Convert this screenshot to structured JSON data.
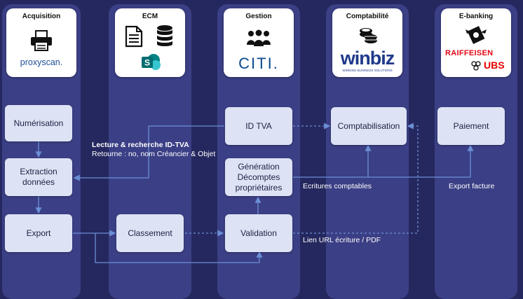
{
  "columns": [
    {
      "title": "Acquisition",
      "logo_text": "proxyscan."
    },
    {
      "title": "ECM"
    },
    {
      "title": "Gestion",
      "logo_text": "CITI."
    },
    {
      "title": "Comptabilité",
      "logo_text": "winbiz",
      "logo_tagline": "WINNING BUSINESS SOLUTIONS"
    },
    {
      "title": "E-banking",
      "logo_text": "RAIFFEISEN",
      "logo_text2": "UBS"
    }
  ],
  "nodes": {
    "numerisation": "Numérisation",
    "extraction_line1": "Extraction",
    "extraction_line2": "données",
    "export": "Export",
    "classement": "Classement",
    "id_tva": "ID TVA",
    "generation_line1": "Génération",
    "generation_line2": "Décomptes",
    "generation_line3": "propriétaires",
    "validation": "Validation",
    "comptabilisation": "Comptabilisation",
    "paiement": "Paiement"
  },
  "annotations": {
    "lecture": "Lecture & recherche ID-TVA",
    "retourne": "Retourne : no, nom Créancier & Objet",
    "ecritures": "Ecritures comptables",
    "export_facture": "Export facture",
    "lien_url": "Lien URL écriture / PDF"
  },
  "colors": {
    "background": "#25285e",
    "column": "#3b3f85",
    "node": "#dde3f4",
    "connector": "#6b8fd6",
    "raiffeisen": "#e30613",
    "ubs": "#e60000",
    "winbiz_blue": "#1f3a8a",
    "winbiz_green": "#7ab648",
    "sharepoint": "#0f6cbd"
  },
  "icons": [
    "printer-icon",
    "document-icon",
    "database-icon",
    "sharepoint-icon",
    "people-icon",
    "coins-icon",
    "money-wings-icon",
    "ubs-keys-icon"
  ]
}
